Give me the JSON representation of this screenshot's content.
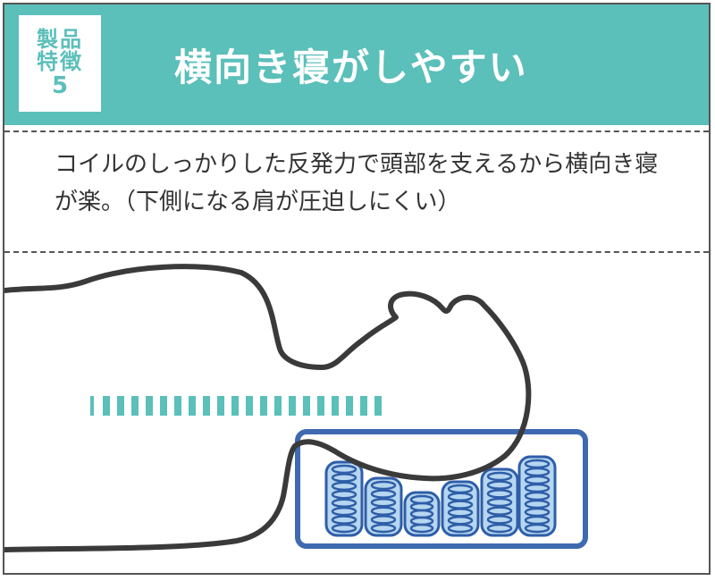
{
  "badge": {
    "line1": "製品",
    "line2": "特徴",
    "line3": "5"
  },
  "title": "横向き寝がしやすい",
  "description": "コイルのしっかりした反発力で頭部を支えるから横向き寝が楽。（下側になる肩が圧迫しにくい）",
  "colors": {
    "header": "#5bbfba",
    "outline": "#3a3a3a",
    "frame": "#3f6ab0",
    "coil": "#2f5ea8",
    "coil_fill": "#b6d6f0",
    "rebound_marks": "#5bbfba"
  },
  "icons": [
    "person-silhouette",
    "pillow-frame",
    "coil-spring",
    "rebound-marks"
  ]
}
